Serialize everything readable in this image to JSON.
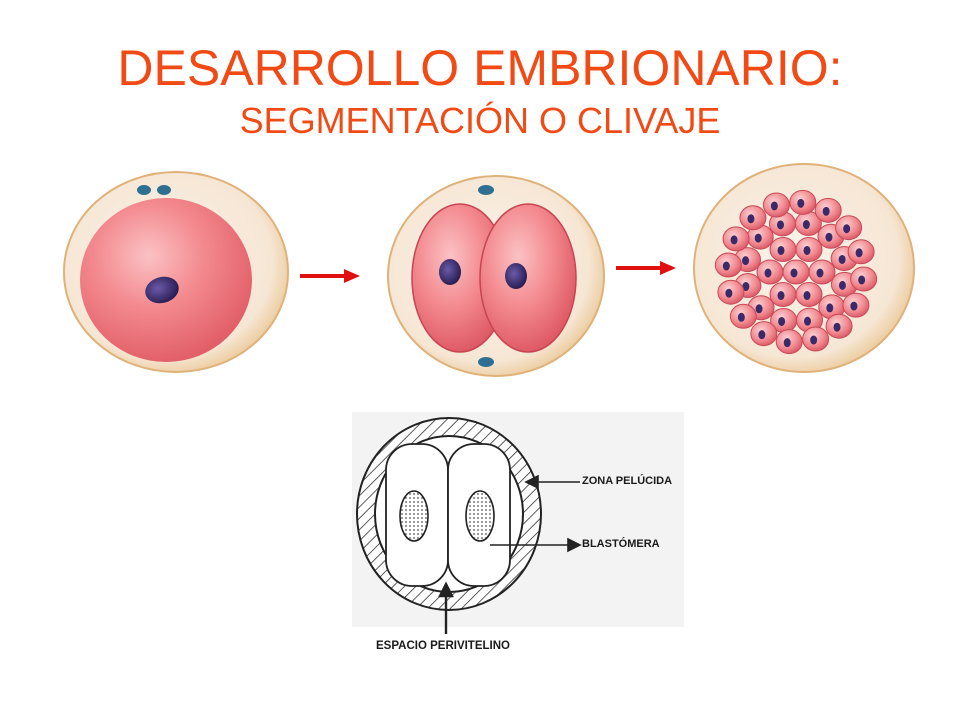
{
  "title": {
    "main": "DESARROLLO  EMBRIONARIO:",
    "sub": "SEGMENTACIÓN O CLIVAJE"
  },
  "schematic": {
    "labels": {
      "zona": "ZONA PELÚCIDA",
      "blastomera": "BLASTÓMERA",
      "espacio": "ESPACIO PERIVITELINO"
    }
  },
  "colors": {
    "title": "#f24a14",
    "arrow": "#e01010",
    "cell": "#f07a82",
    "zona": "#f8ece0",
    "nucleus": "#3a2a6a",
    "polar_body": "#2a6b8a"
  }
}
